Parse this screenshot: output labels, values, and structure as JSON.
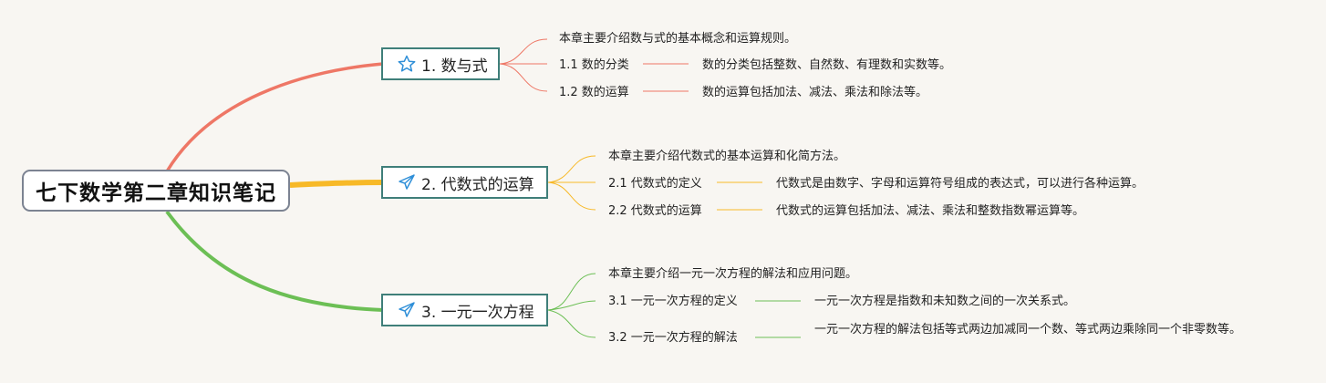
{
  "root": {
    "title": "七下数学第二章知识笔记"
  },
  "colors": {
    "branch1": "#ee7766",
    "branch2": "#f7b928",
    "branch3": "#6cbf55",
    "node_border": "#3f7f7a",
    "icon": "#2f8fd8"
  },
  "branches": [
    {
      "title": "1. 数与式",
      "icon": "star-icon",
      "intro": "本章主要介绍数与式的基本概念和运算规则。",
      "items": [
        {
          "label": "1.1 数的分类",
          "desc": "数的分类包括整数、自然数、有理数和实数等。"
        },
        {
          "label": "1.2 数的运算",
          "desc": "数的运算包括加法、减法、乘法和除法等。"
        }
      ]
    },
    {
      "title": "2. 代数式的运算",
      "icon": "paper-plane-icon",
      "intro": "本章主要介绍代数式的基本运算和化简方法。",
      "items": [
        {
          "label": "2.1 代数式的定义",
          "desc": "代数式是由数字、字母和运算符号组成的表达式，可以进行各种运算。"
        },
        {
          "label": "2.2 代数式的运算",
          "desc": "代数式的运算包括加法、减法、乘法和整数指数幂运算等。"
        }
      ]
    },
    {
      "title": "3. 一元一次方程",
      "icon": "paper-plane-icon",
      "intro": "本章主要介绍一元一次方程的解法和应用问题。",
      "items": [
        {
          "label": "3.1 一元一次方程的定义",
          "desc": "一元一次方程是指数和未知数之间的一次关系式。"
        },
        {
          "label": "3.2 一元一次方程的解法",
          "desc": "一元一次方程的解法包括等式两边加减同一个数、等式两边乘除同一个非零数等。"
        }
      ]
    }
  ]
}
